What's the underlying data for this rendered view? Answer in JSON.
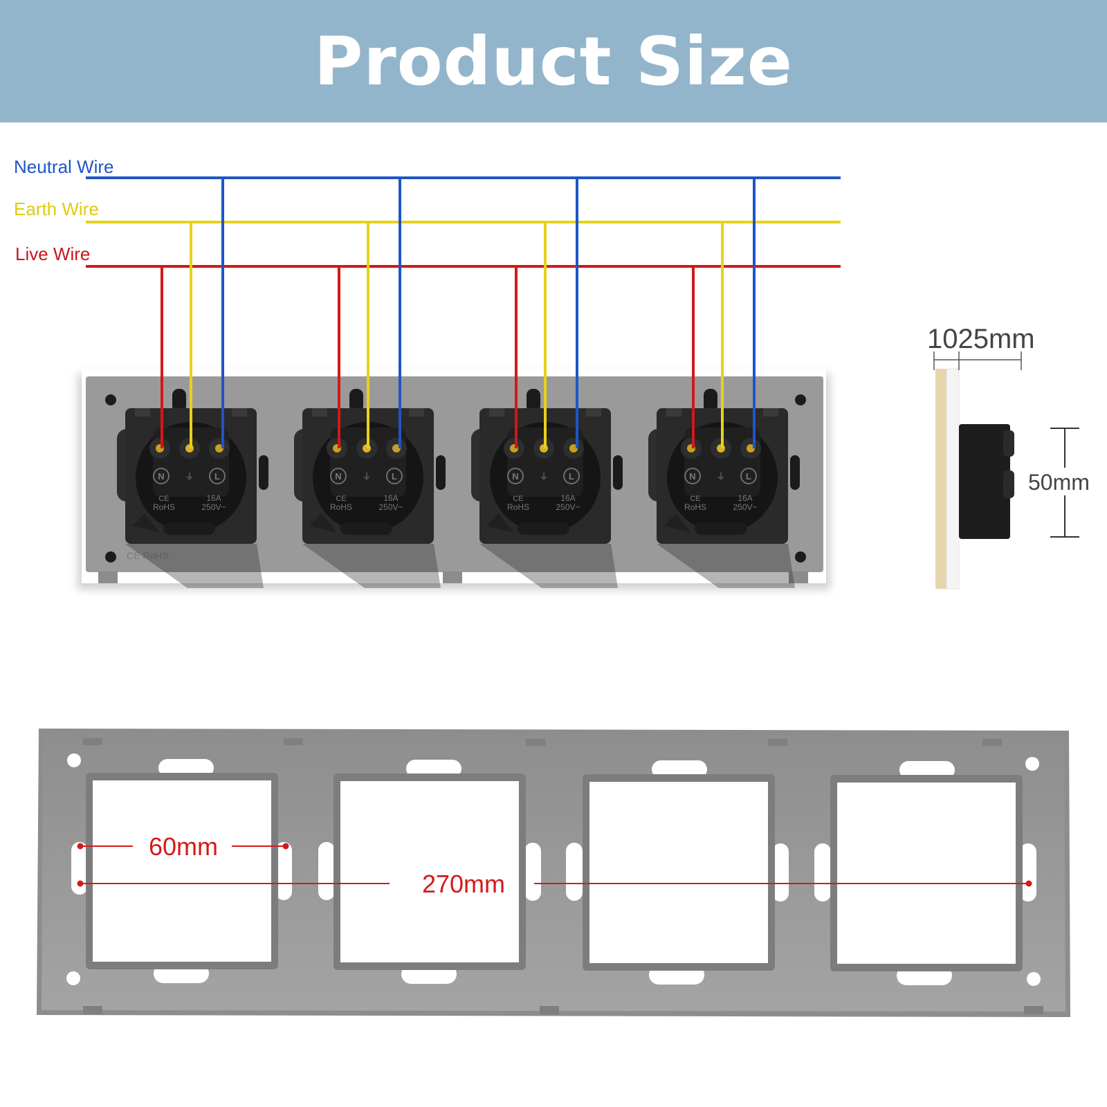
{
  "header": {
    "title": "Product Size"
  },
  "wiring": {
    "neutral_label": "Neutral Wire",
    "earth_label": "Earth Wire",
    "live_label": "Live Wire",
    "colors": {
      "neutral": "#1f55c6",
      "earth": "#e6d21a",
      "live": "#d21818"
    }
  },
  "sockets": {
    "count": 4,
    "terminal_labels": [
      "N",
      "⏚",
      "L"
    ],
    "marking_left": [
      "CE",
      "RoHS"
    ],
    "marking_right": [
      "16A",
      "250V~"
    ],
    "frame_marking": "CE RoHS"
  },
  "side_view": {
    "depth_label": "1025mm",
    "height_label": "50mm"
  },
  "frame": {
    "module_label": "60mm",
    "spacing_label": "270mm"
  },
  "colors": {
    "header_bg": "#93b5cb",
    "frame_gray": "#9a9a9a",
    "dimension_red": "#d41a1a"
  }
}
